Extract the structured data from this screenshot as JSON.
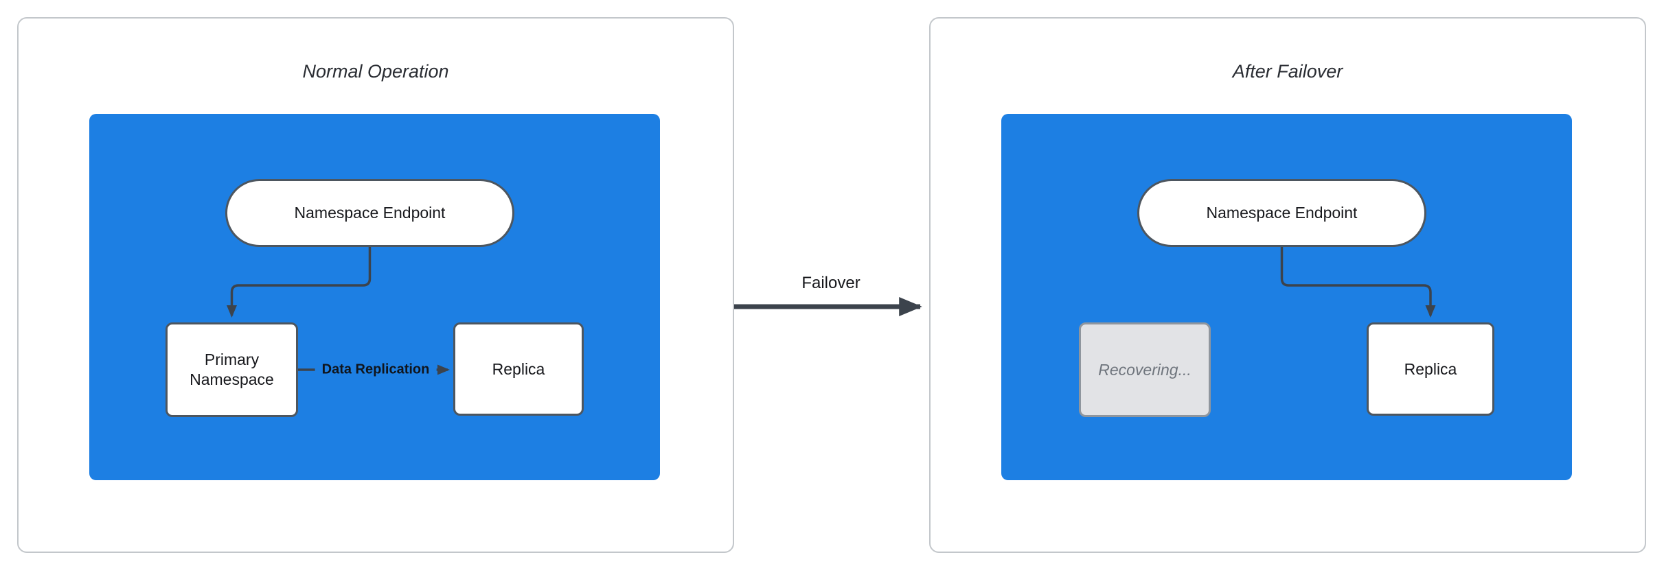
{
  "normal": {
    "title": "Normal Operation",
    "endpoint_label": "Namespace Endpoint",
    "primary_label": "Primary Namespace",
    "replica_label": "Replica",
    "replication_label": "Data Replication"
  },
  "failover_state": {
    "title": "After Failover",
    "endpoint_label": "Namespace Endpoint",
    "recovering_label": "Recovering...",
    "replica_label": "Replica"
  },
  "transition": {
    "label": "Failover"
  },
  "colors": {
    "container_blue": "#1d7fe3",
    "box_border": "#4d565f",
    "panel_border": "#c3c7cb",
    "arrow": "#3c434c",
    "text": "#17181c",
    "title_text": "#2a2d33",
    "edge_label_text": "#10151c",
    "recovering_fill": "#e2e3e6",
    "recovering_border": "#8f969e",
    "recovering_text": "#6f757d"
  }
}
